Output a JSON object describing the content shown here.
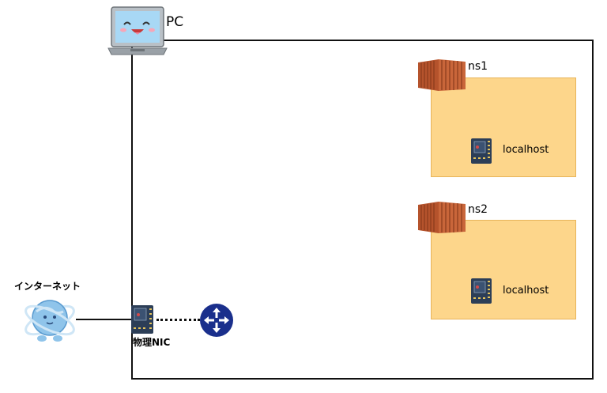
{
  "pc": {
    "label": "PC"
  },
  "namespaces": [
    {
      "label": "ns1",
      "host_label": "localhost"
    },
    {
      "label": "ns2",
      "host_label": "localhost"
    }
  ],
  "internet": {
    "label": "インターネット"
  },
  "physical_nic": {
    "label": "物理NIC"
  },
  "colors": {
    "namespace_fill": "#fdd68b",
    "container_brown": "#b5532c",
    "router_blue": "#1a2f8c",
    "globe_blue": "#8fc4ea",
    "chip_dark": "#2c3e57"
  }
}
